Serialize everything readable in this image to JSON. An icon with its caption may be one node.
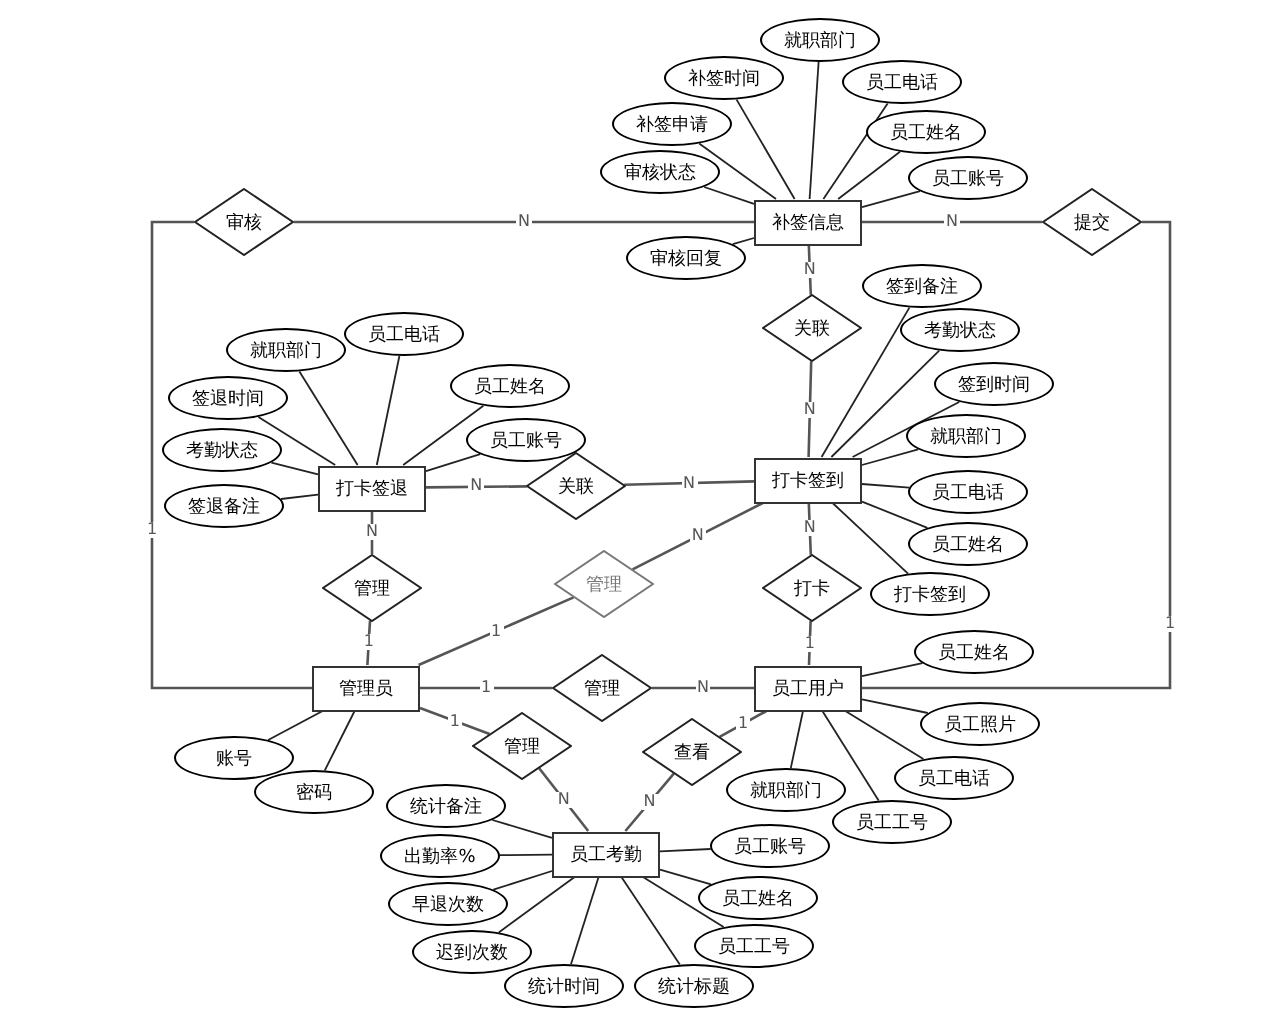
{
  "diagram": {
    "nodes": [
      {
        "text": [
          "补签信息"
        ]
      },
      {
        "text": [
          "打卡签到"
        ]
      },
      {
        "text": [
          "打卡签退"
        ]
      },
      {
        "text": [
          "管理员"
        ]
      },
      {
        "text": [
          "员工用户"
        ]
      },
      {
        "text": [
          "员工考勤"
        ]
      },
      {
        "text": [
          "审核"
        ]
      },
      {
        "text": [
          "提交"
        ]
      },
      {
        "text": [
          "关联"
        ]
      },
      {
        "text": [
          "关联"
        ]
      },
      {
        "text": [
          "管理"
        ]
      },
      {
        "text": [
          "管理"
        ]
      },
      {
        "text": [
          "管理"
        ]
      },
      {
        "text": [
          "管理"
        ]
      },
      {
        "text": [
          "打卡"
        ]
      },
      {
        "text": [
          "查看"
        ]
      },
      {
        "text": [
          "就职部门"
        ]
      },
      {
        "text": [
          "补签时间"
        ]
      },
      {
        "text": [
          "员工电话"
        ]
      },
      {
        "text": [
          "补签申请"
        ]
      },
      {
        "text": [
          "员工姓名"
        ]
      },
      {
        "text": [
          "审核状态"
        ]
      },
      {
        "text": [
          "员工账号"
        ]
      },
      {
        "text": [
          "审核回复"
        ]
      },
      {
        "text": [
          "签到备注"
        ]
      },
      {
        "text": [
          "考勤状态"
        ]
      },
      {
        "text": [
          "签到时间"
        ]
      },
      {
        "text": [
          "就职部门"
        ]
      },
      {
        "text": [
          "员工电话"
        ]
      },
      {
        "text": [
          "员工姓名"
        ]
      },
      {
        "text": [
          "打卡签到"
        ]
      },
      {
        "text": [
          "员工电话"
        ]
      },
      {
        "text": [
          "就职部门"
        ]
      },
      {
        "text": [
          "员工姓名"
        ]
      },
      {
        "text": [
          "签退时间"
        ]
      },
      {
        "text": [
          "员工账号"
        ]
      },
      {
        "text": [
          "考勤状态"
        ]
      },
      {
        "text": [
          "签退备注"
        ]
      },
      {
        "text": [
          "账号"
        ]
      },
      {
        "text": [
          "密码"
        ]
      },
      {
        "text": [
          "员工姓名"
        ]
      },
      {
        "text": [
          "员工照片"
        ]
      },
      {
        "text": [
          "员工电话"
        ]
      },
      {
        "text": [
          "就职部门"
        ]
      },
      {
        "text": [
          "员工工号"
        ]
      },
      {
        "text": [
          "统计备注"
        ]
      },
      {
        "text": [
          "出勤率%"
        ]
      },
      {
        "text": [
          "员工账号"
        ]
      },
      {
        "text": [
          "员工姓名"
        ]
      },
      {
        "text": [
          "早退次数"
        ]
      },
      {
        "text": [
          "迟到次数"
        ]
      },
      {
        "text": [
          "员工工号"
        ]
      },
      {
        "text": [
          "统计时间"
        ]
      },
      {
        "text": [
          "统计标题"
        ]
      }
    ],
    "edges": [
      {
        "from": 6,
        "to": 0,
        "arrow": "none",
        "label": "N"
      },
      {
        "from": 6,
        "to": 3,
        "arrow": "none",
        "label": "1"
      },
      {
        "from": 7,
        "to": 0,
        "arrow": "none",
        "label": "N"
      },
      {
        "from": 7,
        "to": 4,
        "arrow": "none",
        "label": "1"
      },
      {
        "from": 8,
        "to": 0,
        "arrow": "none",
        "label": "N"
      },
      {
        "from": 8,
        "to": 1,
        "arrow": "none",
        "label": "N"
      },
      {
        "from": 9,
        "to": 2,
        "arrow": "none",
        "label": "N"
      },
      {
        "from": 9,
        "to": 1,
        "arrow": "none",
        "label": "N"
      },
      {
        "from": 10,
        "to": 2,
        "arrow": "none",
        "label": "N"
      },
      {
        "from": 10,
        "to": 3,
        "arrow": "none",
        "label": "1"
      },
      {
        "from": 11,
        "to": 3,
        "arrow": "none",
        "label": "1"
      },
      {
        "from": 11,
        "to": 1,
        "arrow": "none",
        "label": "N"
      },
      {
        "from": 12,
        "to": 3,
        "arrow": "none",
        "label": "1"
      },
      {
        "from": 12,
        "to": 4,
        "arrow": "none",
        "label": "N"
      },
      {
        "from": 13,
        "to": 3,
        "arrow": "none",
        "label": "1"
      },
      {
        "from": 13,
        "to": 5,
        "arrow": "none",
        "label": "N"
      },
      {
        "from": 14,
        "to": 1,
        "arrow": "none",
        "label": "N"
      },
      {
        "from": 14,
        "to": 4,
        "arrow": "none",
        "label": "1"
      },
      {
        "from": 15,
        "to": 4,
        "arrow": "none",
        "label": "1"
      },
      {
        "from": 15,
        "to": 5,
        "arrow": "none",
        "label": "N"
      },
      {
        "from": 16,
        "to": 0,
        "arrow": "none"
      },
      {
        "from": 17,
        "to": 0,
        "arrow": "none"
      },
      {
        "from": 18,
        "to": 0,
        "arrow": "none"
      },
      {
        "from": 19,
        "to": 0,
        "arrow": "none"
      },
      {
        "from": 20,
        "to": 0,
        "arrow": "none"
      },
      {
        "from": 21,
        "to": 0,
        "arrow": "none"
      },
      {
        "from": 22,
        "to": 0,
        "arrow": "none"
      },
      {
        "from": 23,
        "to": 0,
        "arrow": "none"
      },
      {
        "from": 24,
        "to": 1,
        "arrow": "none"
      },
      {
        "from": 25,
        "to": 1,
        "arrow": "none"
      },
      {
        "from": 26,
        "to": 1,
        "arrow": "none"
      },
      {
        "from": 27,
        "to": 1,
        "arrow": "none"
      },
      {
        "from": 28,
        "to": 1,
        "arrow": "none"
      },
      {
        "from": 29,
        "to": 1,
        "arrow": "none"
      },
      {
        "from": 30,
        "to": 1,
        "arrow": "none"
      },
      {
        "from": 31,
        "to": 2,
        "arrow": "none"
      },
      {
        "from": 32,
        "to": 2,
        "arrow": "none"
      },
      {
        "from": 33,
        "to": 2,
        "arrow": "none"
      },
      {
        "from": 34,
        "to": 2,
        "arrow": "none"
      },
      {
        "from": 35,
        "to": 2,
        "arrow": "none"
      },
      {
        "from": 36,
        "to": 2,
        "arrow": "none"
      },
      {
        "from": 37,
        "to": 2,
        "arrow": "none"
      },
      {
        "from": 38,
        "to": 3,
        "arrow": "none"
      },
      {
        "from": 39,
        "to": 3,
        "arrow": "none"
      },
      {
        "from": 40,
        "to": 4,
        "arrow": "none"
      },
      {
        "from": 41,
        "to": 4,
        "arrow": "none"
      },
      {
        "from": 42,
        "to": 4,
        "arrow": "none"
      },
      {
        "from": 43,
        "to": 4,
        "arrow": "none"
      },
      {
        "from": 44,
        "to": 4,
        "arrow": "none"
      },
      {
        "from": 45,
        "to": 5,
        "arrow": "none"
      },
      {
        "from": 46,
        "to": 5,
        "arrow": "none"
      },
      {
        "from": 47,
        "to": 5,
        "arrow": "none"
      },
      {
        "from": 48,
        "to": 5,
        "arrow": "none"
      },
      {
        "from": 49,
        "to": 5,
        "arrow": "none"
      },
      {
        "from": 50,
        "to": 5,
        "arrow": "none"
      },
      {
        "from": 51,
        "to": 5,
        "arrow": "none"
      },
      {
        "from": 52,
        "to": 5,
        "arrow": "none"
      },
      {
        "from": 53,
        "to": 5,
        "arrow": "none"
      }
    ]
  }
}
